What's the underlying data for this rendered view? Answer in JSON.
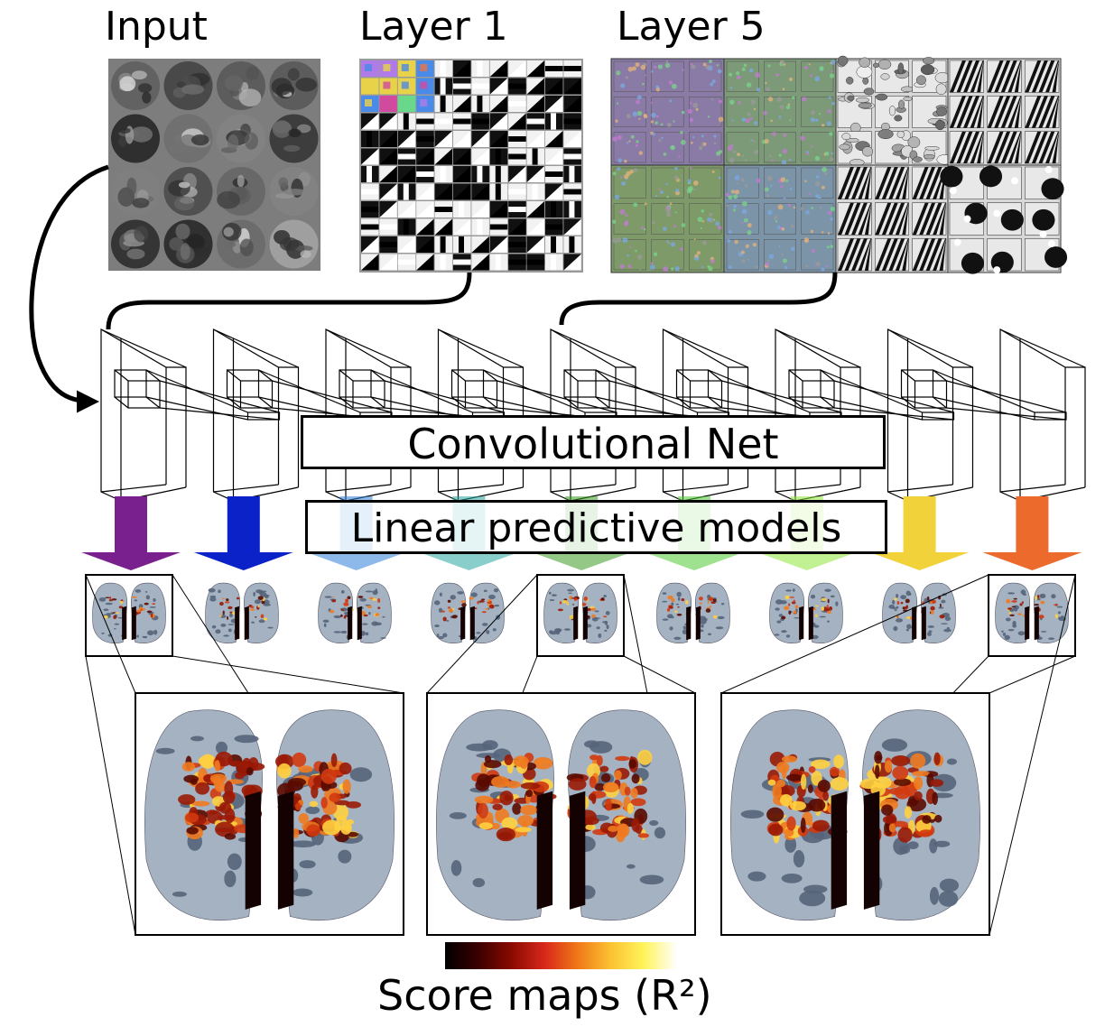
{
  "labels": {
    "input": "Input",
    "layer1": "Layer 1",
    "layer5": "Layer 5",
    "conv_net": "Convolutional Net",
    "linear_models": "Linear predictive models",
    "score_maps": "Score maps (R²)"
  },
  "network": {
    "layer_count": 9,
    "arrow_colors": [
      "#7a1f8e",
      "#0a22c8",
      "#2f7fd8",
      "#2aa6a0",
      "#3a9a22",
      "#4fc832",
      "#8fe63c",
      "#f2d23a",
      "#ec6a2c"
    ]
  },
  "colorbar": {
    "stops": [
      "#000000",
      "#3a0000",
      "#8a0a00",
      "#d8281a",
      "#f07818",
      "#fbc232",
      "#fff45a",
      "#ffffff"
    ]
  },
  "panels": {
    "zoomed_layers": [
      1,
      5,
      9
    ]
  }
}
